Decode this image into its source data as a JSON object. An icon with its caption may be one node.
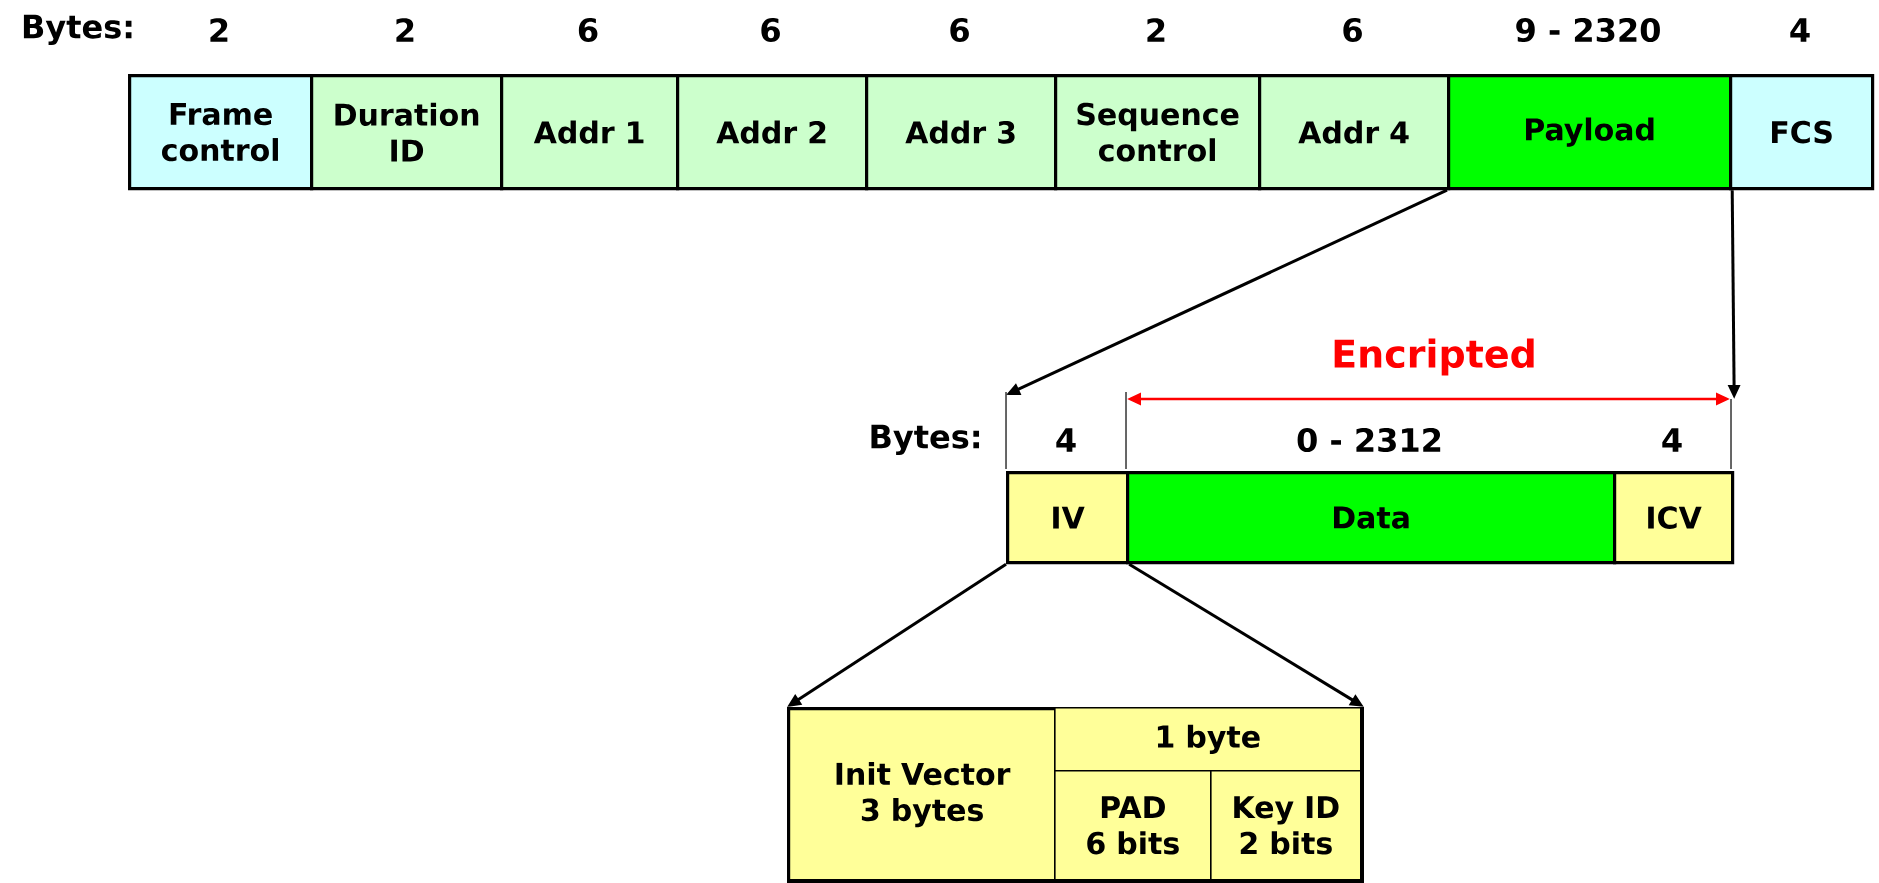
{
  "diagram": {
    "nodes": [
      {
        "text": [
          "Frame control"
        ],
        "beside": [
          "2"
        ]
      },
      {
        "text": [
          "Duration ID"
        ],
        "beside": [
          "2"
        ]
      },
      {
        "text": [
          "Addr 1"
        ],
        "beside": [
          "6"
        ]
      },
      {
        "text": [
          "Addr 2"
        ],
        "beside": [
          "6"
        ]
      },
      {
        "text": [
          "Addr 3"
        ],
        "beside": [
          "6"
        ]
      },
      {
        "text": [
          "Sequence control"
        ],
        "beside": [
          "2"
        ]
      },
      {
        "text": [
          "Addr 4"
        ],
        "beside": [
          "6"
        ]
      },
      {
        "text": [
          "Payload"
        ],
        "beside": [
          "9 - 2320"
        ]
      },
      {
        "text": [
          "FCS"
        ],
        "beside": [
          "4"
        ]
      },
      {
        "text": [
          "IV"
        ],
        "beside": [
          "4"
        ]
      },
      {
        "text": [
          "Data"
        ],
        "beside": [
          "0 - 2312"
        ]
      },
      {
        "text": [
          "ICV"
        ],
        "beside": [
          "4"
        ]
      },
      {
        "text": [],
        "shape": "box"
      },
      {
        "text": [
          "Init Vector 3 bytes"
        ],
        "in": 12
      },
      {
        "text": [
          "1 byte"
        ],
        "in": 12
      },
      {
        "text": [
          "PAD 6 bits"
        ],
        "in": 12
      },
      {
        "text": [
          "Key ID 2 bits"
        ],
        "in": 12
      }
    ],
    "edges": [
      {
        "from": 7,
        "to": 9,
        "arrow": "to"
      },
      {
        "from": 7,
        "to": 11,
        "arrow": "to"
      },
      {
        "from": 9,
        "to": 12,
        "arrow": "to"
      },
      {
        "from": 9,
        "to": 12,
        "arrow": "to"
      }
    ],
    "labels": [
      "Bytes:",
      "Encripted",
      "Bytes:"
    ]
  }
}
